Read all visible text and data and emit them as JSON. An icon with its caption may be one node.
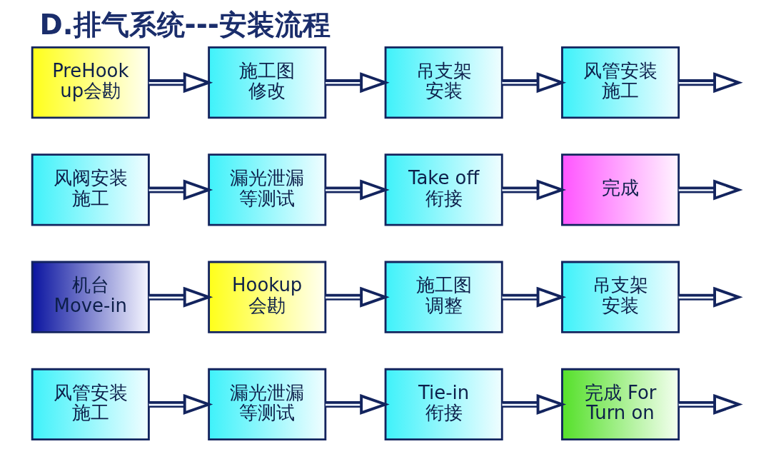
{
  "diagram": {
    "title": "D.排气系统---安装流程",
    "nodes": [
      {
        "text": [
          "PreHook up会勘"
        ]
      },
      {
        "text": [
          "施工图修改"
        ]
      },
      {
        "text": [
          "吊支架安装"
        ]
      },
      {
        "text": [
          "风管安装施工"
        ]
      },
      {
        "text": [
          "风阀安装施工"
        ]
      },
      {
        "text": [
          "漏光泄漏等测试"
        ]
      },
      {
        "text": [
          "Take off 衔接"
        ]
      },
      {
        "text": [
          "完成"
        ]
      },
      {
        "text": [
          "机台 Move-in"
        ]
      },
      {
        "text": [
          "Hookup 会勘"
        ]
      },
      {
        "text": [
          "施工图调整"
        ]
      },
      {
        "text": [
          "吊支架安装"
        ]
      },
      {
        "text": [
          "风管安装施工"
        ]
      },
      {
        "text": [
          "漏光泄漏等测试"
        ]
      },
      {
        "text": [
          "Tie-in 衔接"
        ]
      },
      {
        "text": [
          "完成 For Turn on"
        ]
      }
    ],
    "edges": [
      {
        "from": 0,
        "to": 1,
        "arrow": "to"
      },
      {
        "from": 1,
        "to": 2,
        "arrow": "to"
      },
      {
        "from": 2,
        "to": 3,
        "arrow": "to"
      },
      {
        "from": 3,
        "to": null,
        "arrow": "to"
      },
      {
        "from": 4,
        "to": 5,
        "arrow": "to"
      },
      {
        "from": 5,
        "to": 6,
        "arrow": "to"
      },
      {
        "from": 6,
        "to": 7,
        "arrow": "to"
      },
      {
        "from": 7,
        "to": null,
        "arrow": "to"
      },
      {
        "from": 8,
        "to": 9,
        "arrow": "to"
      },
      {
        "from": 9,
        "to": 10,
        "arrow": "to"
      },
      {
        "from": 10,
        "to": 11,
        "arrow": "to"
      },
      {
        "from": 11,
        "to": null,
        "arrow": "to"
      },
      {
        "from": 12,
        "to": 13,
        "arrow": "to"
      },
      {
        "from": 13,
        "to": 14,
        "arrow": "to"
      },
      {
        "from": 14,
        "to": 15,
        "arrow": "to"
      },
      {
        "from": 15,
        "to": null,
        "arrow": "to"
      }
    ]
  }
}
